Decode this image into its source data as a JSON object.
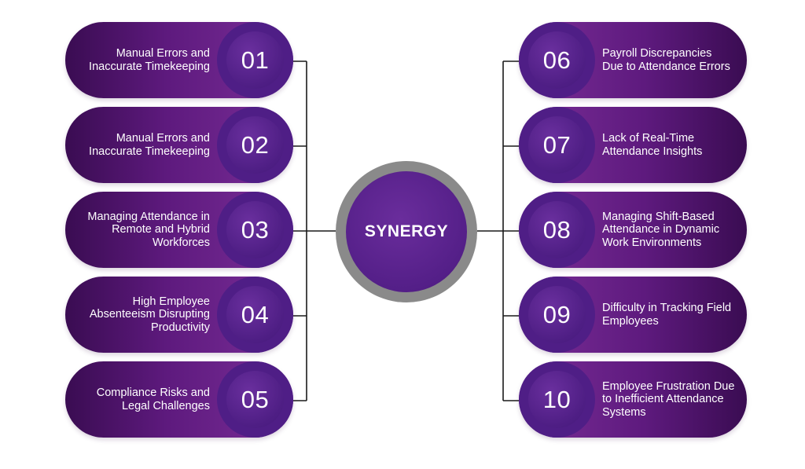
{
  "center": {
    "label": "SYNERGY"
  },
  "left_items": [
    {
      "number": "01",
      "text": "Manual Errors and Inaccurate Timekeeping"
    },
    {
      "number": "02",
      "text": "Manual Errors and Inaccurate Timekeeping"
    },
    {
      "number": "03",
      "text": "Managing Attendance in Remote and Hybrid Workforces"
    },
    {
      "number": "04",
      "text": "High Employee Absenteeism Disrupting Productivity"
    },
    {
      "number": "05",
      "text": "Compliance Risks and Legal Challenges"
    }
  ],
  "right_items": [
    {
      "number": "06",
      "text": "Payroll Discrepancies Due to Attendance Errors"
    },
    {
      "number": "07",
      "text": "Lack of Real-Time Attendance Insights"
    },
    {
      "number": "08",
      "text": "Managing Shift-Based Attendance in Dynamic Work Environments"
    },
    {
      "number": "09",
      "text": "Difficulty in Tracking Field Employees"
    },
    {
      "number": "10",
      "text": "Employee Frustration Due to Inefficient Attendance Systems"
    }
  ],
  "colors": {
    "pill_dark": "#3a0c52",
    "pill_light": "#7a2e98",
    "badge": "#4f1e86",
    "center_ring": "#8a8a8a",
    "center_core": "#541f88",
    "connector": "#1a1a1a"
  }
}
